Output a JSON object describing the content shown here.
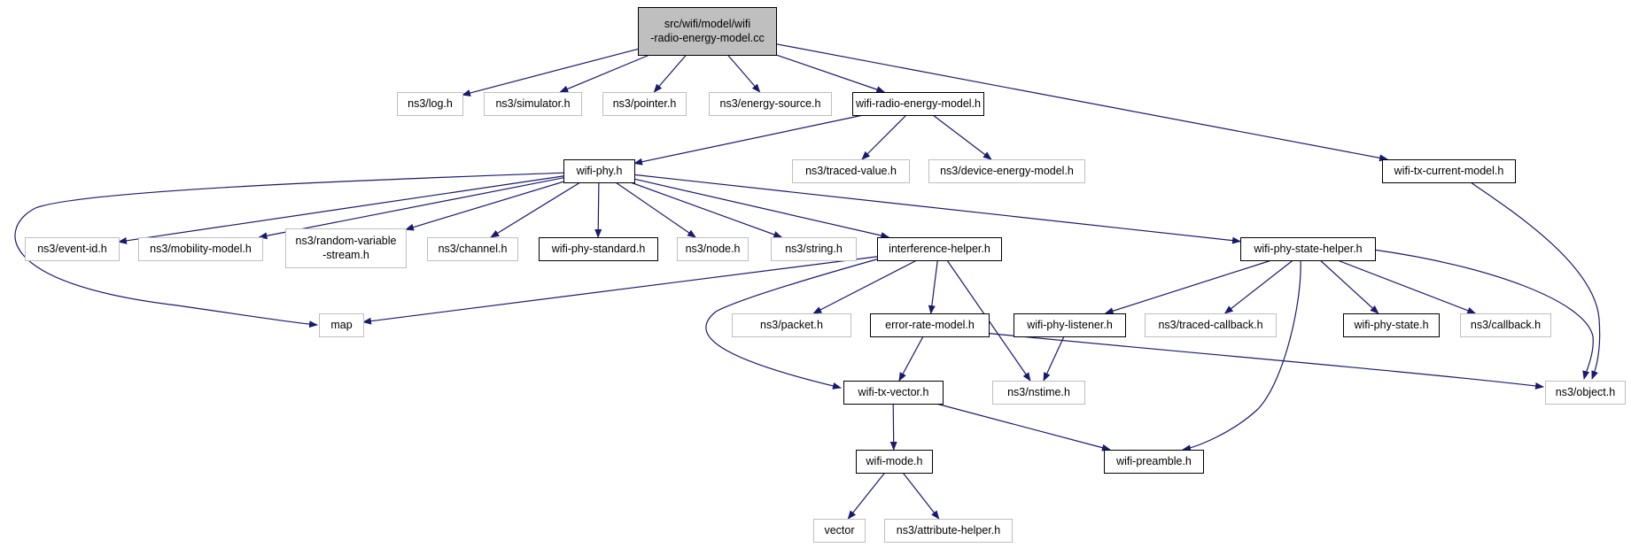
{
  "diagram": {
    "colors": {
      "background": "#ffffff",
      "edge": "#191970",
      "root_fill": "#bfbfbf",
      "root_border": "#000000",
      "documented_border": "#000000",
      "external_border": "#bfbfbf",
      "node_fill": "#ffffff"
    },
    "nodes": [
      {
        "id": "root",
        "lines": [
          "src/wifi/model/wifi",
          "-radio-energy-model.cc"
        ],
        "kind": "root"
      },
      {
        "id": "log",
        "lines": [
          "ns3/log.h"
        ],
        "kind": "external"
      },
      {
        "id": "simulator",
        "lines": [
          "ns3/simulator.h"
        ],
        "kind": "external"
      },
      {
        "id": "pointer",
        "lines": [
          "ns3/pointer.h"
        ],
        "kind": "external"
      },
      {
        "id": "energysource",
        "lines": [
          "ns3/energy-source.h"
        ],
        "kind": "external"
      },
      {
        "id": "wrem",
        "lines": [
          "wifi-radio-energy-model.h"
        ],
        "kind": "documented"
      },
      {
        "id": "txcur",
        "lines": [
          "wifi-tx-current-model.h"
        ],
        "kind": "documented"
      },
      {
        "id": "wifiphy",
        "lines": [
          "wifi-phy.h"
        ],
        "kind": "documented"
      },
      {
        "id": "tracedvalue",
        "lines": [
          "ns3/traced-value.h"
        ],
        "kind": "external"
      },
      {
        "id": "devenergy",
        "lines": [
          "ns3/device-energy-model.h"
        ],
        "kind": "external"
      },
      {
        "id": "eventid",
        "lines": [
          "ns3/event-id.h"
        ],
        "kind": "external"
      },
      {
        "id": "mobility",
        "lines": [
          "ns3/mobility-model.h"
        ],
        "kind": "external"
      },
      {
        "id": "randvar",
        "lines": [
          "ns3/random-variable",
          "-stream.h"
        ],
        "kind": "external"
      },
      {
        "id": "channel",
        "lines": [
          "ns3/channel.h"
        ],
        "kind": "external"
      },
      {
        "id": "phystd",
        "lines": [
          "wifi-phy-standard.h"
        ],
        "kind": "documented"
      },
      {
        "id": "node",
        "lines": [
          "ns3/node.h"
        ],
        "kind": "external"
      },
      {
        "id": "string",
        "lines": [
          "ns3/string.h"
        ],
        "kind": "external"
      },
      {
        "id": "interf",
        "lines": [
          "interference-helper.h"
        ],
        "kind": "documented"
      },
      {
        "id": "statehelper",
        "lines": [
          "wifi-phy-state-helper.h"
        ],
        "kind": "documented"
      },
      {
        "id": "map",
        "lines": [
          "map"
        ],
        "kind": "external"
      },
      {
        "id": "packet",
        "lines": [
          "ns3/packet.h"
        ],
        "kind": "external"
      },
      {
        "id": "errrate",
        "lines": [
          "error-rate-model.h"
        ],
        "kind": "documented"
      },
      {
        "id": "listener",
        "lines": [
          "wifi-phy-listener.h"
        ],
        "kind": "documented"
      },
      {
        "id": "tracedcb",
        "lines": [
          "ns3/traced-callback.h"
        ],
        "kind": "external"
      },
      {
        "id": "phystate",
        "lines": [
          "wifi-phy-state.h"
        ],
        "kind": "documented"
      },
      {
        "id": "callback",
        "lines": [
          "ns3/callback.h"
        ],
        "kind": "external"
      },
      {
        "id": "object",
        "lines": [
          "ns3/object.h"
        ],
        "kind": "external"
      },
      {
        "id": "txvector",
        "lines": [
          "wifi-tx-vector.h"
        ],
        "kind": "documented"
      },
      {
        "id": "nstime",
        "lines": [
          "ns3/nstime.h"
        ],
        "kind": "external"
      },
      {
        "id": "wifimode",
        "lines": [
          "wifi-mode.h"
        ],
        "kind": "documented"
      },
      {
        "id": "preamble",
        "lines": [
          "wifi-preamble.h"
        ],
        "kind": "documented"
      },
      {
        "id": "vector",
        "lines": [
          "vector"
        ],
        "kind": "external"
      },
      {
        "id": "attrhelper",
        "lines": [
          "ns3/attribute-helper.h"
        ],
        "kind": "external"
      }
    ],
    "edges": [
      {
        "from": "root",
        "to": "log"
      },
      {
        "from": "root",
        "to": "simulator"
      },
      {
        "from": "root",
        "to": "pointer"
      },
      {
        "from": "root",
        "to": "energysource"
      },
      {
        "from": "root",
        "to": "wrem"
      },
      {
        "from": "root",
        "to": "txcur"
      },
      {
        "from": "wrem",
        "to": "wifiphy"
      },
      {
        "from": "wrem",
        "to": "tracedvalue"
      },
      {
        "from": "wrem",
        "to": "devenergy"
      },
      {
        "from": "txcur",
        "to": "object"
      },
      {
        "from": "wifiphy",
        "to": "map"
      },
      {
        "from": "wifiphy",
        "to": "eventid"
      },
      {
        "from": "wifiphy",
        "to": "mobility"
      },
      {
        "from": "wifiphy",
        "to": "randvar"
      },
      {
        "from": "wifiphy",
        "to": "channel"
      },
      {
        "from": "wifiphy",
        "to": "phystd"
      },
      {
        "from": "wifiphy",
        "to": "node"
      },
      {
        "from": "wifiphy",
        "to": "string"
      },
      {
        "from": "wifiphy",
        "to": "interf"
      },
      {
        "from": "wifiphy",
        "to": "statehelper"
      },
      {
        "from": "interf",
        "to": "map"
      },
      {
        "from": "interf",
        "to": "packet"
      },
      {
        "from": "interf",
        "to": "errrate"
      },
      {
        "from": "interf",
        "to": "txvector"
      },
      {
        "from": "interf",
        "to": "nstime"
      },
      {
        "from": "errrate",
        "to": "txvector"
      },
      {
        "from": "errrate",
        "to": "object"
      },
      {
        "from": "statehelper",
        "to": "listener"
      },
      {
        "from": "statehelper",
        "to": "tracedcb"
      },
      {
        "from": "statehelper",
        "to": "phystate"
      },
      {
        "from": "statehelper",
        "to": "callback"
      },
      {
        "from": "statehelper",
        "to": "object"
      },
      {
        "from": "statehelper",
        "to": "preamble"
      },
      {
        "from": "listener",
        "to": "nstime"
      },
      {
        "from": "txvector",
        "to": "wifimode"
      },
      {
        "from": "txvector",
        "to": "preamble"
      },
      {
        "from": "wifimode",
        "to": "vector"
      },
      {
        "from": "wifimode",
        "to": "attrhelper"
      }
    ]
  }
}
